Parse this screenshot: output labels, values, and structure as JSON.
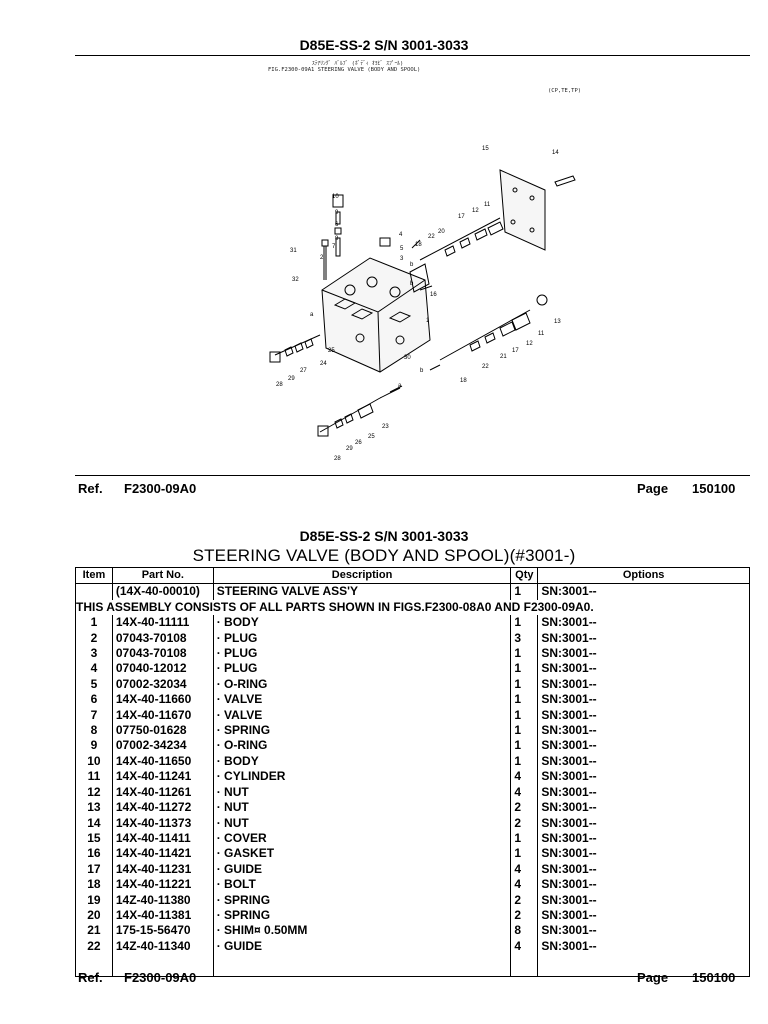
{
  "header": {
    "model_title": "D85E-SS-2 S/N 3001-3033",
    "fig_line_1": "ｽﾃｱﾘﾝｸﾞ ﾊﾞﾙﾌﾞ (ﾎﾞﾃﾞｨ ｵﾖﾋﾞ ｽﾌﾟｰﾙ)",
    "fig_line_2": "FIG.F2300-09A1  STEERING VALVE (BODY AND SPOOL)",
    "fig_codes": "(CP,TE,TP)"
  },
  "diagram": {
    "callouts": [
      "1",
      "2",
      "3",
      "4",
      "5",
      "6",
      "7",
      "8",
      "9",
      "10",
      "11",
      "12",
      "13",
      "14",
      "15",
      "16",
      "17",
      "18",
      "20",
      "21",
      "22",
      "23",
      "24",
      "25",
      "26",
      "27",
      "28",
      "29",
      "30",
      "31",
      "32",
      "a",
      "b"
    ]
  },
  "footer_top": {
    "ref_label": "Ref.",
    "ref_value": "F2300-09A0",
    "page_label": "Page",
    "page_value": "150100"
  },
  "section": {
    "model_title": "D85E-SS-2 S/N 3001-3033",
    "title": "STEERING VALVE (BODY AND SPOOL)(#3001-)"
  },
  "table": {
    "headers": {
      "item": "Item",
      "part_no": "Part No.",
      "description": "Description",
      "qty": "Qty",
      "options": "Options"
    },
    "assy_row": {
      "item": "",
      "part_no": "(14X-40-00010)",
      "description": "STEERING VALVE ASS'Y",
      "qty": "1",
      "options": "SN:3001--"
    },
    "note": "THIS ASSEMBLY CONSISTS OF ALL PARTS SHOWN IN FIGS.F2300-08A0 AND F2300-09A0.",
    "rows": [
      {
        "item": "1",
        "part_no": "14X-40-11111",
        "description": "· BODY",
        "qty": "1",
        "options": "SN:3001--"
      },
      {
        "item": "2",
        "part_no": "07043-70108",
        "description": "· PLUG",
        "qty": "3",
        "options": "SN:3001--"
      },
      {
        "item": "3",
        "part_no": "07043-70108",
        "description": "· PLUG",
        "qty": "1",
        "options": "SN:3001--"
      },
      {
        "item": "4",
        "part_no": "07040-12012",
        "description": "· PLUG",
        "qty": "1",
        "options": "SN:3001--"
      },
      {
        "item": "5",
        "part_no": "07002-32034",
        "description": "· O-RING",
        "qty": "1",
        "options": "SN:3001--"
      },
      {
        "item": "6",
        "part_no": "14X-40-11660",
        "description": "· VALVE",
        "qty": "1",
        "options": "SN:3001--"
      },
      {
        "item": "7",
        "part_no": "14X-40-11670",
        "description": "· VALVE",
        "qty": "1",
        "options": "SN:3001--"
      },
      {
        "item": "8",
        "part_no": "07750-01628",
        "description": "· SPRING",
        "qty": "1",
        "options": "SN:3001--"
      },
      {
        "item": "9",
        "part_no": "07002-34234",
        "description": "· O-RING",
        "qty": "1",
        "options": "SN:3001--"
      },
      {
        "item": "10",
        "part_no": "14X-40-11650",
        "description": "· BODY",
        "qty": "1",
        "options": "SN:3001--"
      },
      {
        "item": "11",
        "part_no": "14X-40-11241",
        "description": "· CYLINDER",
        "qty": "4",
        "options": "SN:3001--"
      },
      {
        "item": "12",
        "part_no": "14X-40-11261",
        "description": "· NUT",
        "qty": "4",
        "options": "SN:3001--"
      },
      {
        "item": "13",
        "part_no": "14X-40-11272",
        "description": "· NUT",
        "qty": "2",
        "options": "SN:3001--"
      },
      {
        "item": "14",
        "part_no": "14X-40-11373",
        "description": "· NUT",
        "qty": "2",
        "options": "SN:3001--"
      },
      {
        "item": "15",
        "part_no": "14X-40-11411",
        "description": "· COVER",
        "qty": "1",
        "options": "SN:3001--"
      },
      {
        "item": "16",
        "part_no": "14X-40-11421",
        "description": "· GASKET",
        "qty": "1",
        "options": "SN:3001--"
      },
      {
        "item": "17",
        "part_no": "14X-40-11231",
        "description": "· GUIDE",
        "qty": "4",
        "options": "SN:3001--"
      },
      {
        "item": "18",
        "part_no": "14X-40-11221",
        "description": "· BOLT",
        "qty": "4",
        "options": "SN:3001--"
      },
      {
        "item": "19",
        "part_no": "14Z-40-11380",
        "description": "· SPRING",
        "qty": "2",
        "options": "SN:3001--"
      },
      {
        "item": "20",
        "part_no": "14X-40-11381",
        "description": "· SPRING",
        "qty": "2",
        "options": "SN:3001--"
      },
      {
        "item": "21",
        "part_no": "175-15-56470",
        "description": "· SHIM¤ 0.50MM",
        "qty": "8",
        "options": "SN:3001--"
      },
      {
        "item": "22",
        "part_no": "14Z-40-11340",
        "description": "· GUIDE",
        "qty": "4",
        "options": "SN:3001--"
      }
    ]
  },
  "footer_bottom": {
    "ref_label": "Ref.",
    "ref_value": "F2300-09A0",
    "page_label": "Page",
    "page_value": "150100"
  }
}
